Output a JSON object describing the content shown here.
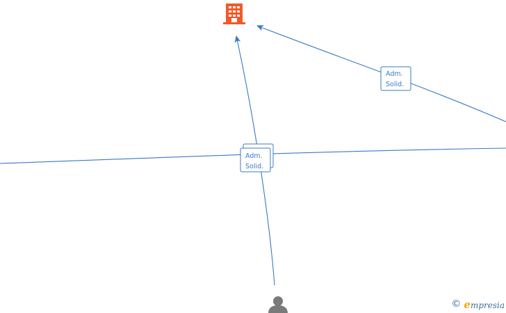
{
  "diagram": {
    "edge_labels": [
      {
        "line1": "Adm.",
        "line2": "Solid."
      },
      {
        "line1": "Adm.",
        "line2": "Solid."
      }
    ],
    "nodes": [
      {
        "icon": "building-icon",
        "color": "#f05a28"
      },
      {
        "icon": "person-icon",
        "color": "#7a7a7a"
      }
    ],
    "edge_color": "#3a78c9"
  },
  "watermark": {
    "copyright": "©",
    "brand_initial": "e",
    "brand_rest": "mpresia"
  }
}
